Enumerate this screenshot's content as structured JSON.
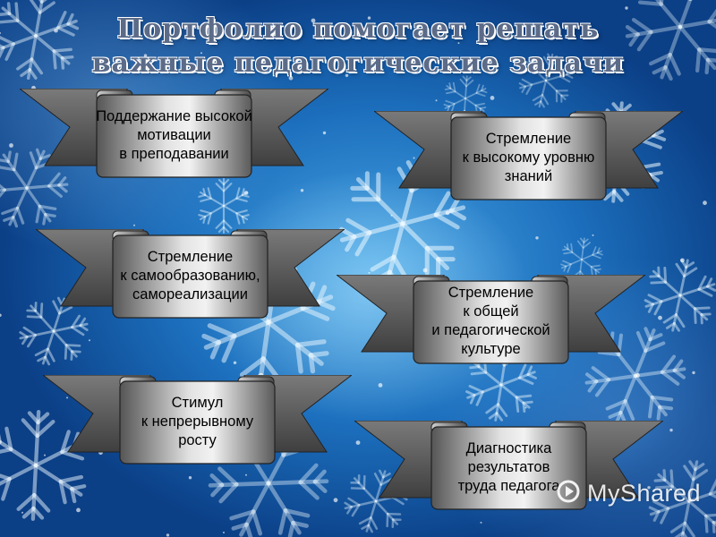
{
  "title": {
    "line1": "Портфолио помогает решать",
    "line2": "важные педагогические задачи"
  },
  "banners": [
    "Поддержание высокой\nмотивации\nв преподавании",
    "Стремление\nк высокому уровню\nзнаний",
    "Стремление\nк самообразованию,\nсамореализации",
    "Стремление\nк общей\nи педагогической\nкультуре",
    "Стимул\nк непрерывному\nросту",
    "Диагностика\nрезультатов\nтруда педагога"
  ],
  "watermark": {
    "text": "MyShared",
    "logo_icon": "playback-circle-icon"
  },
  "colors": {
    "background_deep": "#0b3f86",
    "background_light": "#4aa6e4",
    "title_text": "#5b6b88",
    "banner_gray_light": "#e2e2e2",
    "banner_gray_dark": "#3f3f3f"
  }
}
